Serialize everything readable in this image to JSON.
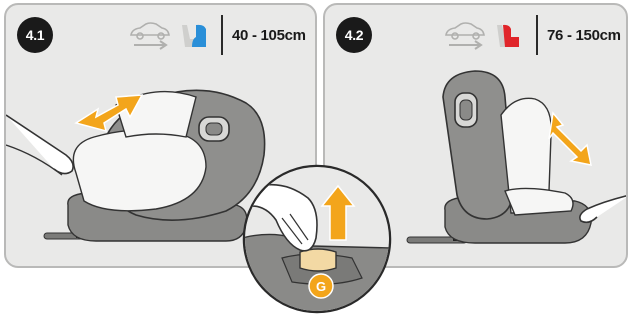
{
  "panels": [
    {
      "step": "4.1",
      "range": "40 - 105cm",
      "seat_icon_color": "#2a8fd8",
      "seat_orientation": "rear-facing"
    },
    {
      "step": "4.2",
      "range": "76 - 150cm",
      "seat_icon_color": "#e0252a",
      "seat_orientation": "forward-facing"
    }
  ],
  "detail": {
    "label": "G",
    "badge_color": "#f3a51b"
  },
  "colors": {
    "arrow": "#f3a51b",
    "panel_bg": "#e9e9e8",
    "shell": "#8a8a88",
    "padding": "#f6f6f5"
  }
}
